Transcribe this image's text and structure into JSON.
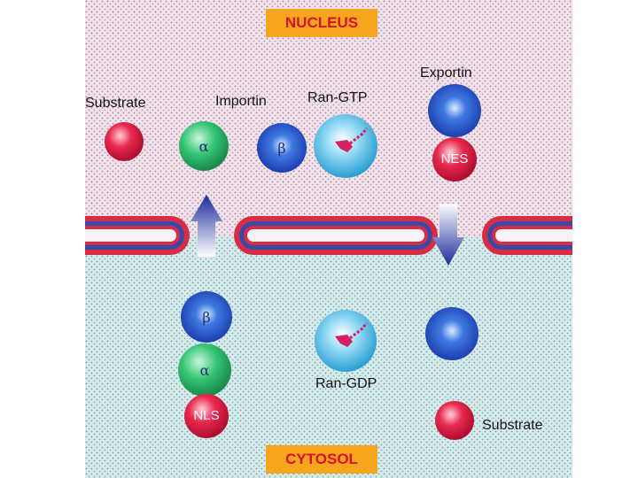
{
  "regions": {
    "nucleus_label": "NUCLEUS",
    "cytosol_label": "CYTOSOL"
  },
  "nucleus": {
    "substrate_label": "Substrate",
    "importin_label": "Importin",
    "ran_gtp_label": "Ran-GTP",
    "exportin_label": "Exportin",
    "alpha_symbol": "α",
    "beta_symbol": "β",
    "nes_label": "NES"
  },
  "cytosol": {
    "beta_symbol": "β",
    "alpha_symbol": "α",
    "nls_label": "NLS",
    "ran_gdp_label": "Ran-GDP",
    "substrate_label": "Substrate"
  },
  "colors": {
    "nucleus_bg": "#f2dde6",
    "cytosol_bg": "#d4ece9",
    "membrane_blue": "#3a49a8",
    "membrane_red": "#d62d44",
    "substrate_red": "#d9153e",
    "importin_alpha_green": "#2fbf6a",
    "importin_beta_blue": "#2b55c8",
    "ran_light_blue": "#5ec6ea",
    "label_box_orange": "#f6a51e"
  },
  "icons": [
    "import-arrow-up-icon",
    "export-arrow-down-icon",
    "nuclear-pore-membrane"
  ]
}
